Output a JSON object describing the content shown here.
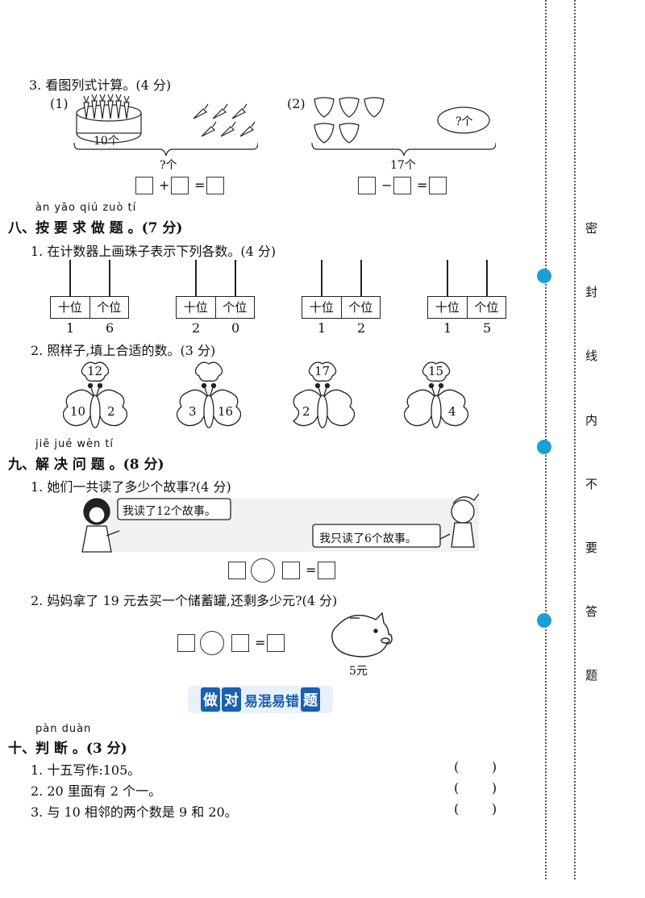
{
  "q3": {
    "title": "3. 看图列式计算。(4 分)",
    "part1": {
      "label": "(1)",
      "cake_label": "10个",
      "total_label": "?个",
      "op": "+",
      "eq": "="
    },
    "part2": {
      "label": "(2)",
      "bubble_label": "?个",
      "total_label": "17个",
      "op": "−",
      "eq": "="
    }
  },
  "section8": {
    "pinyin": "àn yāo qiú zuò  tí",
    "title": "八、按 要 求 做 题 。(7 分)",
    "q1": {
      "title": "1. 在计数器上画珠子表示下列各数。(4 分)",
      "abaci": [
        {
          "tens_label": "十位",
          "ones_label": "个位",
          "tens_digit": "1",
          "ones_digit": "6"
        },
        {
          "tens_label": "十位",
          "ones_label": "个位",
          "tens_digit": "2",
          "ones_digit": "0"
        },
        {
          "tens_label": "十位",
          "ones_label": "个位",
          "tens_digit": "1",
          "ones_digit": "2"
        },
        {
          "tens_label": "十位",
          "ones_label": "个位",
          "tens_digit": "1",
          "ones_digit": "5"
        }
      ]
    },
    "q2": {
      "title": "2. 照样子,填上合适的数。(3 分)",
      "butterflies": [
        {
          "top": "12",
          "left": "10",
          "right": "2"
        },
        {
          "top": "",
          "left": "3",
          "right": "16"
        },
        {
          "top": "17",
          "left": "2",
          "right": ""
        },
        {
          "top": "15",
          "left": "",
          "right": "4"
        }
      ]
    }
  },
  "section9": {
    "pinyin": "jiě jué wèn  tí",
    "title": "九、解 决 问 题 。(8 分)",
    "q1": {
      "title": "1. 她们一共读了多少个故事?(4 分)",
      "speech_left": "我读了12个故事。",
      "speech_right": "我只读了6个故事。",
      "eq": "="
    },
    "q2": {
      "title": "2. 妈妈拿了 19 元去买一个储蓄罐,还剩多少元?(4 分)",
      "price": "5元",
      "eq": "="
    }
  },
  "banner": {
    "text_a": "做",
    "text_b": "对",
    "text_c": "易混易错",
    "text_d": "题"
  },
  "section10": {
    "pinyin": "pàn duàn",
    "title": "十、判  断  。(3 分)",
    "items": [
      {
        "text": "1. 十五写作:105。",
        "paren": "(        )"
      },
      {
        "text": "2. 20 里面有 2 个一。",
        "paren": "(        )"
      },
      {
        "text": "3. 与 10 相邻的两个数是 9 和 20。",
        "paren": "(        )"
      }
    ]
  },
  "seal_line": [
    "密",
    "封",
    "线",
    "内",
    "不",
    "要",
    "答",
    "题"
  ],
  "colors": {
    "accent_blue": "#1aa0d8",
    "banner_blue": "#1b5fb0"
  }
}
